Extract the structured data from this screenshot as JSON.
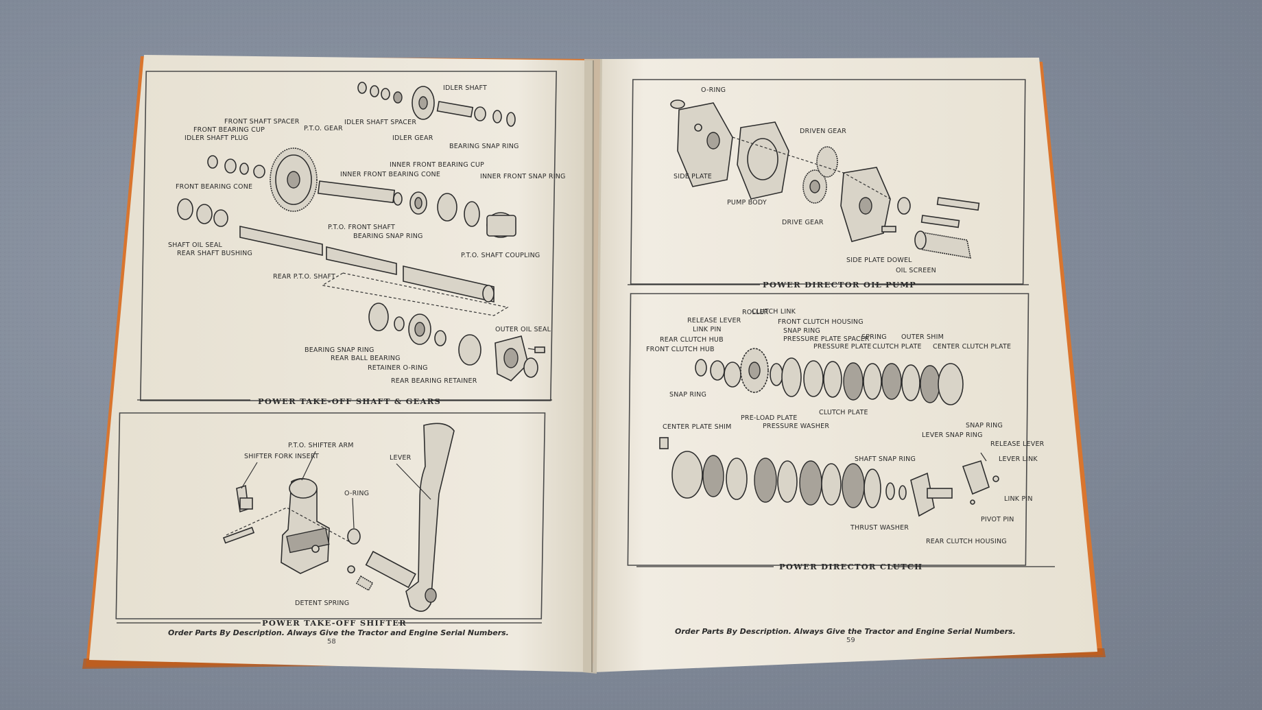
{
  "left_page": {
    "panel_top": {
      "caption": "POWER TAKE-OFF SHAFT & GEARS",
      "labels": {
        "idler_shaft": "IDLER SHAFT",
        "idler_shaft_spacer": "IDLER SHAFT SPACER",
        "idler_gear": "IDLER GEAR",
        "bearing_snap_ring_top": "BEARING SNAP RING",
        "front_shaft_spacer": "FRONT SHAFT SPACER",
        "front_bearing_cup": "FRONT BEARING CUP",
        "idler_shaft_plug": "IDLER SHAFT PLUG",
        "pto_gear": "P.T.O. GEAR",
        "inner_front_bearing_cup": "INNER FRONT BEARING CUP",
        "inner_front_bearing_cone": "INNER FRONT BEARING CONE",
        "inner_front_snap_ring": "INNER FRONT SNAP RING",
        "front_bearing_cone": "FRONT BEARING CONE",
        "pto_front_shaft": "P.T.O. FRONT SHAFT",
        "bearing_snap_ring_mid": "BEARING SNAP RING",
        "shaft_oil_seal": "SHAFT OIL SEAL",
        "rear_shaft_bushing": "REAR SHAFT BUSHING",
        "pto_shaft_coupling": "P.T.O. SHAFT COUPLING",
        "rear_pto_shaft": "REAR P.T.O. SHAFT",
        "outer_oil_seal": "OUTER OIL SEAL",
        "bearing_snap_ring_low": "BEARING SNAP RING",
        "rear_ball_bearing": "REAR BALL BEARING",
        "retainer_o_ring": "RETAINER O-RING",
        "rear_bearing_retainer": "REAR BEARING RETAINER"
      }
    },
    "panel_bottom": {
      "caption": "POWER TAKE-OFF SHIFTER",
      "labels": {
        "pto_shifter_arm": "P.T.O. SHIFTER ARM",
        "shifter_fork_insert": "SHIFTER FORK INSERT",
        "lever": "LEVER",
        "o_ring": "O-RING",
        "detent_spring": "DETENT SPRING"
      }
    },
    "footer": "Order Parts By Description. Always Give the Tractor and Engine Serial Numbers.",
    "page_number": "58"
  },
  "right_page": {
    "panel_top": {
      "caption": "POWER DIRECTOR OIL PUMP",
      "labels": {
        "o_ring": "O-RING",
        "driven_gear": "DRIVEN GEAR",
        "side_plate": "SIDE PLATE",
        "pump_body": "PUMP BODY",
        "drive_gear": "DRIVE GEAR",
        "side_plate_dowel": "SIDE PLATE DOWEL",
        "oil_screen": "OIL SCREEN"
      }
    },
    "panel_bottom": {
      "caption": "POWER DIRECTOR CLUTCH",
      "labels": {
        "roller": "ROLLER",
        "clutch_link": "CLUTCH LINK",
        "release_lever_top": "RELEASE LEVER",
        "front_clutch_housing": "FRONT CLUTCH HOUSING",
        "link_pin_top": "LINK PIN",
        "snap_ring_top": "SNAP RING",
        "rear_clutch_hub": "REAR CLUTCH HUB",
        "pressure_plate_spacer": "PRESSURE PLATE SPACER",
        "front_clutch_hub": "FRONT CLUTCH HUB",
        "pressure_plate": "PRESSURE PLATE",
        "spring": "SPRING",
        "outer_shim": "OUTER SHIM",
        "clutch_plate_top": "CLUTCH PLATE",
        "center_clutch_plate": "CENTER CLUTCH PLATE",
        "snap_ring_left": "SNAP RING",
        "pre_load_plate": "PRE-LOAD PLATE",
        "clutch_plate_low": "CLUTCH PLATE",
        "pressure_washer": "PRESSURE WASHER",
        "center_plate_shim": "CENTER PLATE SHIM",
        "snap_ring_right": "SNAP RING",
        "lever_snap_ring": "LEVER SNAP RING",
        "release_lever_right": "RELEASE LEVER",
        "shaft_snap_ring": "SHAFT SNAP RING",
        "lever_link": "LEVER LINK",
        "link_pin_right": "LINK PIN",
        "pivot_pin": "PIVOT PIN",
        "thrust_washer": "THRUST WASHER",
        "rear_clutch_housing": "REAR CLUTCH HOUSING"
      }
    },
    "footer": "Order Parts By Description. Always Give the Tractor and Engine Serial Numbers.",
    "page_number": "59"
  },
  "colors": {
    "carpet": "#7f8897",
    "page": "#efe9dc",
    "cover": "#d9752e",
    "ink": "#2b2b2b"
  }
}
